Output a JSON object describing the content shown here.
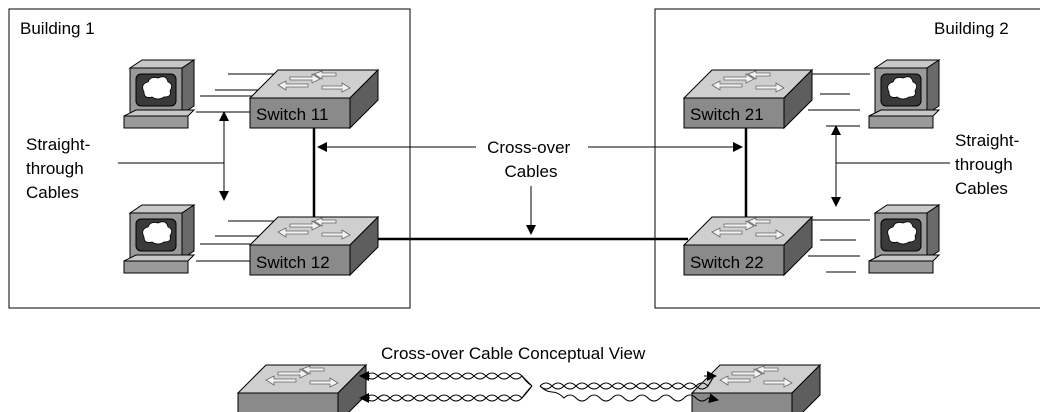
{
  "buildings": {
    "left": {
      "title": "Building 1",
      "note": [
        "Straight-",
        "through",
        "Cables"
      ]
    },
    "right": {
      "title": "Building 2",
      "note": [
        "Straight-",
        "through",
        "Cables"
      ]
    }
  },
  "switches": {
    "s11": "Switch 11",
    "s12": "Switch 12",
    "s21": "Switch 21",
    "s22": "Switch 22"
  },
  "crossover": [
    "Cross-over",
    "Cables"
  ],
  "conceptual": {
    "title": "Cross-over Cable Conceptual View"
  },
  "colors": {
    "switch_top": "#cfcfcf",
    "switch_front": "#8a8a8a",
    "switch_side": "#5e5e5e",
    "pc_body": "#9a9a9a",
    "pc_screen": "#3a3a3a"
  }
}
